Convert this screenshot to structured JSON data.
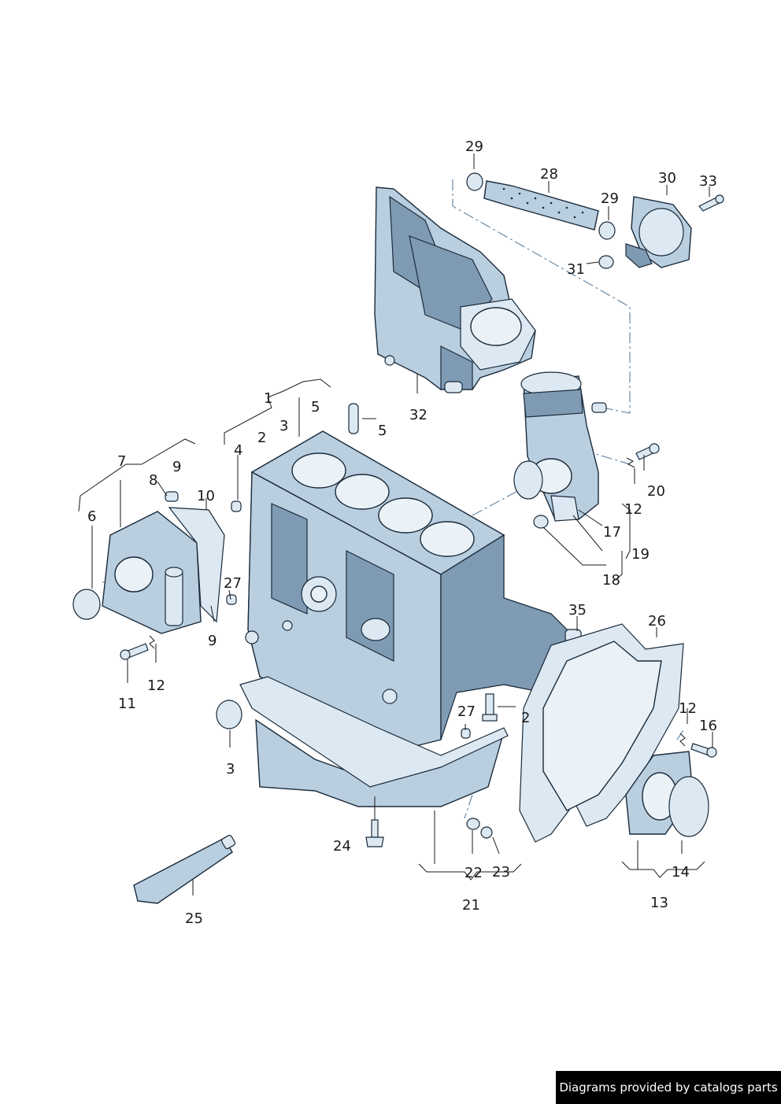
{
  "labels": {
    "p1": "1",
    "p2a": "2",
    "p2b": "2",
    "p3a": "3",
    "p3b": "3",
    "p4": "4",
    "p5a": "5",
    "p5b": "5",
    "p6": "6",
    "p7": "7",
    "p8": "8",
    "p9a": "9",
    "p9b": "9",
    "p10": "10",
    "p11": "11",
    "p12a": "12",
    "p12b": "12",
    "p12c": "12",
    "p13": "13",
    "p14": "14",
    "p16": "16",
    "p17": "17",
    "p18": "18",
    "p19": "19",
    "p20": "20",
    "p21": "21",
    "p22": "22",
    "p23": "23",
    "p24": "24",
    "p25": "25",
    "p26": "26",
    "p27a": "27",
    "p27b": "27",
    "p28": "28",
    "p29a": "29",
    "p29b": "29",
    "p30": "30",
    "p31": "31",
    "p32": "32",
    "p33": "33",
    "p35": "35"
  },
  "footer": {
    "credit": "Diagrams provided by catalogs parts"
  },
  "colors": {
    "metal": "#b9cfe0",
    "shadow": "#7f9bb3",
    "highlight": "#dce9f3",
    "outline": "#1a2a3a"
  }
}
